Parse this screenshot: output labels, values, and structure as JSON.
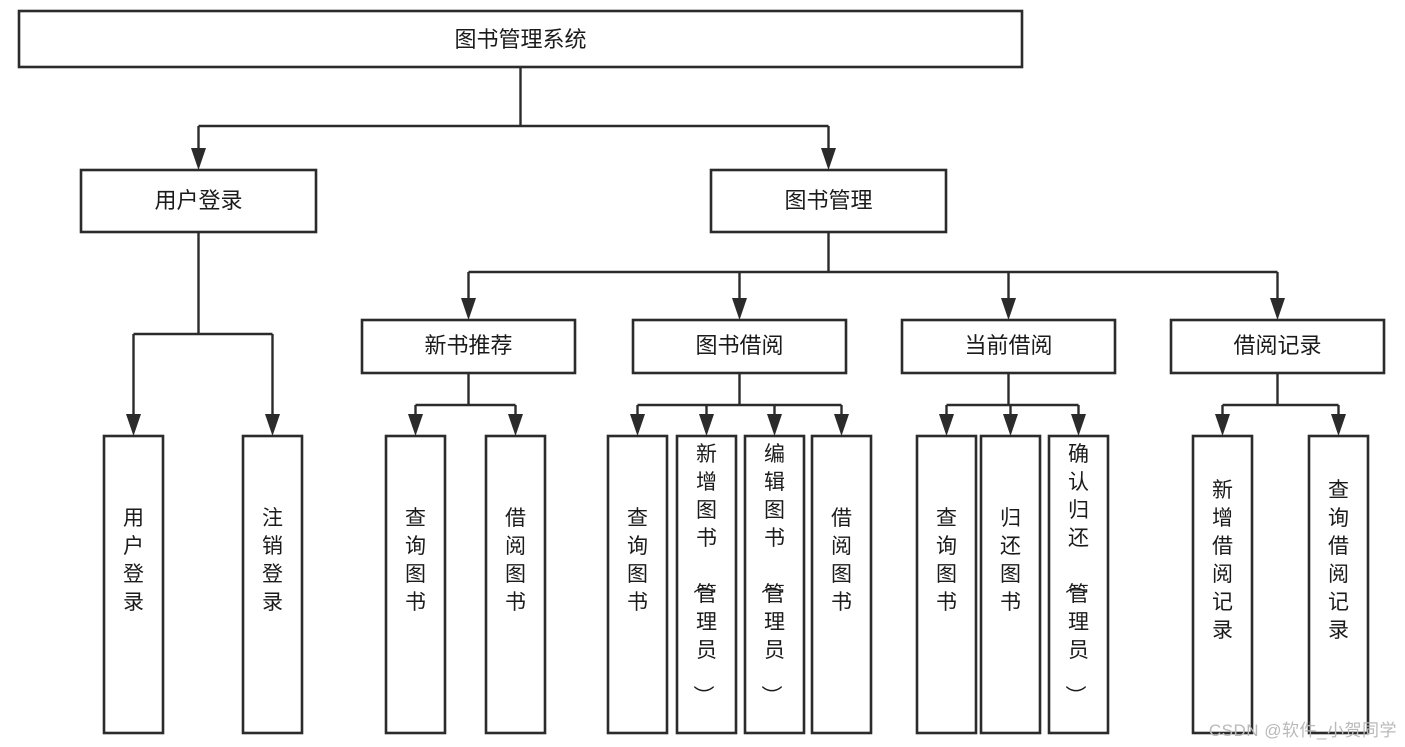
{
  "diagram": {
    "type": "tree-hierarchy",
    "title": "图书管理系统",
    "orientation": "top-down",
    "colors": {
      "box_stroke": "#2b2b2b",
      "box_fill": "#ffffff",
      "connector": "#2b2b2b",
      "label_text": "#1b1b1b",
      "background": "#ffffff",
      "watermark": "#b9b9b9"
    },
    "root": {
      "label": "图书管理系统"
    },
    "level1": [
      {
        "label": "用户登录"
      },
      {
        "label": "图书管理"
      }
    ],
    "level2": [
      {
        "label": "新书推荐"
      },
      {
        "label": "图书借阅"
      },
      {
        "label": "当前借阅"
      },
      {
        "label": "借阅记录"
      }
    ],
    "leaves": {
      "user_login": [
        {
          "label": "用户登录"
        },
        {
          "label": "注销登录"
        }
      ],
      "new_book_recommend": [
        {
          "label": "查询图书"
        },
        {
          "label": "借阅图书"
        }
      ],
      "book_borrow": [
        {
          "label": "查询图书"
        },
        {
          "label": "新增图书（管理员）"
        },
        {
          "label": "编辑图书（管理员）"
        },
        {
          "label": "借阅图书"
        }
      ],
      "current_borrow": [
        {
          "label": "查询图书"
        },
        {
          "label": "归还图书"
        },
        {
          "label": "确认归还（管理员）"
        }
      ],
      "borrow_record": [
        {
          "label": "新增借阅记录"
        },
        {
          "label": "查询借阅记录"
        }
      ]
    }
  },
  "watermark": {
    "text": "CSDN @软件_小贺同学"
  }
}
